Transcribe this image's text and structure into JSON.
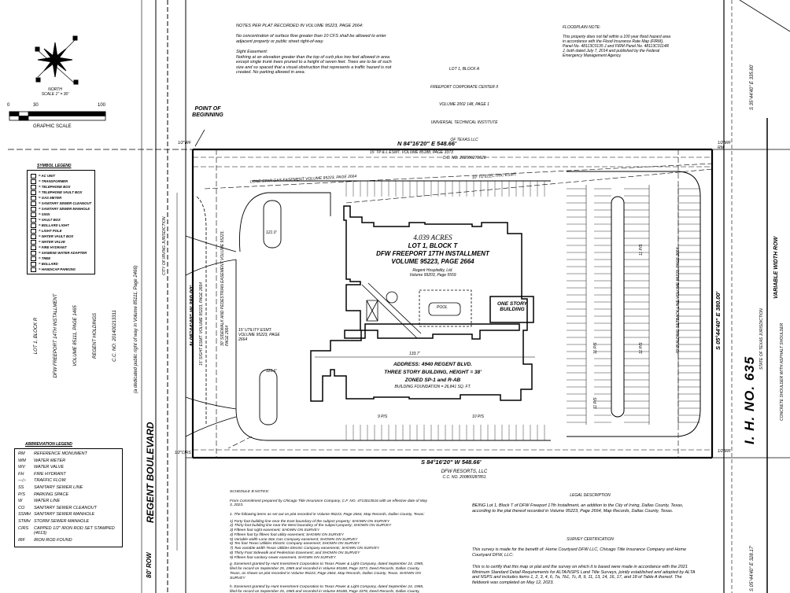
{
  "plat_notes": {
    "title": "NOTES PER PLAT RECORDED IN VOLUME 95223, PAGE 2664:",
    "note1": "No concentration of surface flow greater than 10 CFS shall be allowed to enter adjacent property or public street right-of-way.",
    "sight_title": "Sight Easement:",
    "sight_text": "Nothing at an elevation greater than the top of curb plus two feet allowed in area except single trunk trees pruned to a height of seven feet. Trees are to be of such size and so spaced that a visual obstruction that represents a traffic hazard is not created. No parking allowed in area."
  },
  "north_lot": {
    "line1": "LOT 1, BLOCK A",
    "line2": "FREEPORT CORPORATE CENTER II",
    "line3": "VOLUME 2002 148, PAGE 1",
    "line4": "UNIVERSAL TECHNICAL INSTITUTE",
    "line5": "OF TEXAS LLC",
    "line6": "C.C. NO. 202006271626"
  },
  "floodplain": {
    "title": "FLOODPLAIN NOTE:",
    "text": "This property does not fall within a 100 year flood hazard area in accordance with the Flood Insurance Rate Map (FIRM), Panel No. 48113C0135 J and FIRM Panel No. 48113C0114R J, both dated July 7, 2014 and published by the Federal Emergency Management Agency."
  },
  "north_arrow": {
    "label": "NORTH",
    "scale": "SCALE 1\" = 30'"
  },
  "graphic_scale": {
    "ticks": [
      "0",
      "30",
      "100"
    ],
    "label": "GRAPHIC SCALE"
  },
  "point_of_beginning": "POINT OF BEGINNING",
  "symbol_legend": {
    "title": "SYMBOL LEGEND",
    "items": [
      "= AC UNIT",
      "= TRANSFORMER",
      "= TELEPHONE BOX",
      "= TELEPHONE VAULT BOX",
      "= GAS METER",
      "= SANITARY SEWER CLEANOUT",
      "= SANITARY SEWER MANHOLE",
      "= SIGN",
      "= VAULT BOX",
      "= BOLLARD LIGHT",
      "= LIGHT POLE",
      "= WATER VAULT BOX",
      "= WATER VALVE",
      "= FIRE HYDRANT",
      "= SIAMESE WATER ADAPTER",
      "= TREE",
      "= BOLLARD",
      "= HANDICAP PARKING"
    ]
  },
  "abbreviation_legend": {
    "title": "ABBREVIATION LEGEND",
    "items": [
      {
        "abbr": "RM",
        "meaning": "REFERENCE MONUMENT"
      },
      {
        "abbr": "WM",
        "meaning": "WATER METER"
      },
      {
        "abbr": "WV",
        "meaning": "WATER VALVE"
      },
      {
        "abbr": "FH",
        "meaning": "FIRE HYDRANT"
      },
      {
        "abbr": "—▷",
        "meaning": "TRAFFIC FLOW"
      },
      {
        "abbr": "SS",
        "meaning": "SANITARY SEWER LINE"
      },
      {
        "abbr": "P/S",
        "meaning": "PARKING SPACE"
      },
      {
        "abbr": "W",
        "meaning": "WATER LINE"
      },
      {
        "abbr": "CO",
        "meaning": "SANITARY SEWER CLEANOUT"
      },
      {
        "abbr": "SSMH",
        "meaning": "SANITARY SEWER MANHOLE"
      },
      {
        "abbr": "STMH",
        "meaning": "STORM SEWER MANHOLE"
      },
      {
        "abbr": "CIRS",
        "meaning": "CAPPED 1/2\" IRON ROD SET STAMPED (4613)"
      },
      {
        "abbr": "IRF",
        "meaning": "IRON ROD FOUND"
      }
    ]
  },
  "bearings": {
    "north": "N 84°16'20\" E 548.66'",
    "south": "S 84°16'20\" W 548.66'",
    "west": "N 05°44'40\" W 380.00'",
    "east": "S 05°44'40\" E 380.00'",
    "ih_top": "S 35°44'40\" E 335.80'",
    "ih_bottom": "S 05°44'40\" E 328.17'"
  },
  "site": {
    "acres": "4.039 ACRES",
    "lot": "LOT 1, BLOCK T",
    "subdivision": "DFW FREEPORT 17TH INSTALLMENT",
    "volume": "VOLUME 95223, PAGE 2664",
    "owner": "Regent Hospitality, Ltd.",
    "owner_vol": "Volume 99203, Page 5559",
    "one_story": "ONE STORY BUILDING",
    "pool": "POOL",
    "dim_width": "133.7'",
    "dim_left": "121.0'",
    "dim_left2": "121.6'",
    "address": "ADDRESS: 4940 REGENT BLVD.",
    "building": "THREE STORY BUILDING, HEIGHT = 38'",
    "zoned": "ZONED SP-1 and R-AB",
    "foundation": "BUILDING FOUNDATION = 26,841 SQ. FT."
  },
  "parking": {
    "counts": [
      "11 P/S",
      "11 P/S",
      "11 P/S",
      "11 P/S",
      "9 P/S",
      "10 P/S"
    ]
  },
  "easements": {
    "gas": "LONE STAR GAS EASEMENT VOLUME 95223, PAGE 2664",
    "electric_top": "10' TU ELECTRIC ESMT.",
    "utility": "15' TP & L ESMT. VOLUME 85188, PAGE 3373",
    "sidewalk": "30' SIDEWALK AND PEDESTRIAN EASEMENT VOLUME 95223, PAGE 2664",
    "sight": "15' SIGHT ESMT. VOLUME 95223, PAGE 2664",
    "utility_15": "15' UTILITY ESMT. VOLUME 95223, PAGE 2664",
    "building_line_east": "40' BUILDING SETBACK LINE VOLUME 95223, PAGE 2664"
  },
  "west_lot": {
    "line1": "LOT 1, BLOCK R",
    "line2": "DFW FREEPORT 14TH INSTALLMENT",
    "line3": "VOLUME 85111, PAGE 1465",
    "line4": "REGENT HOLDINGS",
    "line5": "C.C. NO. 201400213311"
  },
  "dedication": "(a dedicated public right of way in Volume 85111, Page 2466)",
  "irving": "CITY OF IRVING JURISDICTION",
  "south_lot": {
    "line1": "DFW RESORTS, LLC",
    "line2": "C.C. NO. 200800287851"
  },
  "regent_blvd": "REGENT BOULEVARD",
  "row_80": "80' ROW",
  "ih635": "I. H. NO. 635",
  "ih_row": "VARIABLE WIDTH ROW",
  "ih_jurisdiction": "STATE OF TEXAS JURISDICTION",
  "ih_shoulder": "CONCRETE SHOULDER WITH ASPHALT SHOULDER",
  "monuments": {
    "nw": "1/2\"IRF",
    "ne": "1/2\"IRF RM",
    "sw": "1/2\"CIRS",
    "se": "1/2\"IRF"
  },
  "schedule_b": {
    "title": "SCHEDULE B NOTES:",
    "intro": "From Commitment prepared by Chicago Title Insurance Company, C.F. NO. 4713013516 with an effective date of May 3, 2023.",
    "item1": "1.   The following items as set out on plat recorded in Volume 95223, Page 2664, Map Records, Dallas County, Texas:",
    "subitems": [
      "1)  Forty foot building line near the East boundary of the subject property; SHOWN ON SURVEY",
      "2)  Thirty foot building line near the West boundary of the subject property; SHOWN ON SURVEY",
      "3)  Fifteen foot sight easement; SHOWN ON SURVEY",
      "4)  Fifteen foot by fifteen foot utility easement; SHOWN ON SURVEY",
      "5)  Variable width Lone Star Gas Company easement; SHOWN ON SURVEY",
      "6)  Ten foot Texas Utilities Electric Company easement; SHOWN ON SURVEY",
      "7)  Two variable width Texas Utilities Electric Company easements; SHOWN ON SURVEY",
      "8)  Thirty Foot Sidewalk and Pedestrian Easement; and SHOWN ON SURVEY",
      "9)  Fifteen foot sanitary sewer easement. SHOWN ON SURVEY"
    ],
    "item_g": "g.   Easement granted by Hunt Investment Corporation to Texas Power & Light Company, dated September 24, 1985, filed for record on September 25, 1985 and recorded in Volume 85188, Page 3373, Deed Records, Dallas County, Texas, as shown on plat recorded in Volume 95223, Page 2664, Map Records, Dallas County, Texas. SHOWN ON SURVEY",
    "item_h": "h.   Easement granted by Hunt Investment Corporation to Texas Power & Light Company, dated September 24, 1985, filed for record on September 25, 1985 and recorded in Volume 85188, Page 3378, Deed Records, Dallas County, Texas, as shown on plat recorded in Volume 95223, Page 2664, Map Records, Dallas County, Texas. SHOWN ON SURVEY"
  },
  "legal_description": {
    "title": "LEGAL DESCRIPTION",
    "text": "BEING Lot 1, Block T of DFW Freeport 17th Installment, an addition to the City of Irving, Dallas County, Texas, according to the plat thereof recorded in Volume 95223, Page 2664, Map Records, Dallas County, Texas."
  },
  "survey_certification": {
    "title": "SURVEY CERTIFICATION",
    "text1": "This survey is made for the benefit of: Home Courtyard DFW LLC, Chicago Title Insurance Company and Home Courtyard DFW, LLC:",
    "text2": "This is to certify that this map or plat and the survey on which it is based were made in accordance with the 2021 Minimum Standard Detail Requirements for ALTA/NSPS Land Title Surveys, jointly established and adopted by ALTA and NSPS and includes items 1, 2, 3, 4, 6, 7a, 7b1, 7c, 8, 9, 11, 13, 14, 16, 17, and 18 of Table A thereof. The fieldwork was completed on May 12, 2023."
  }
}
